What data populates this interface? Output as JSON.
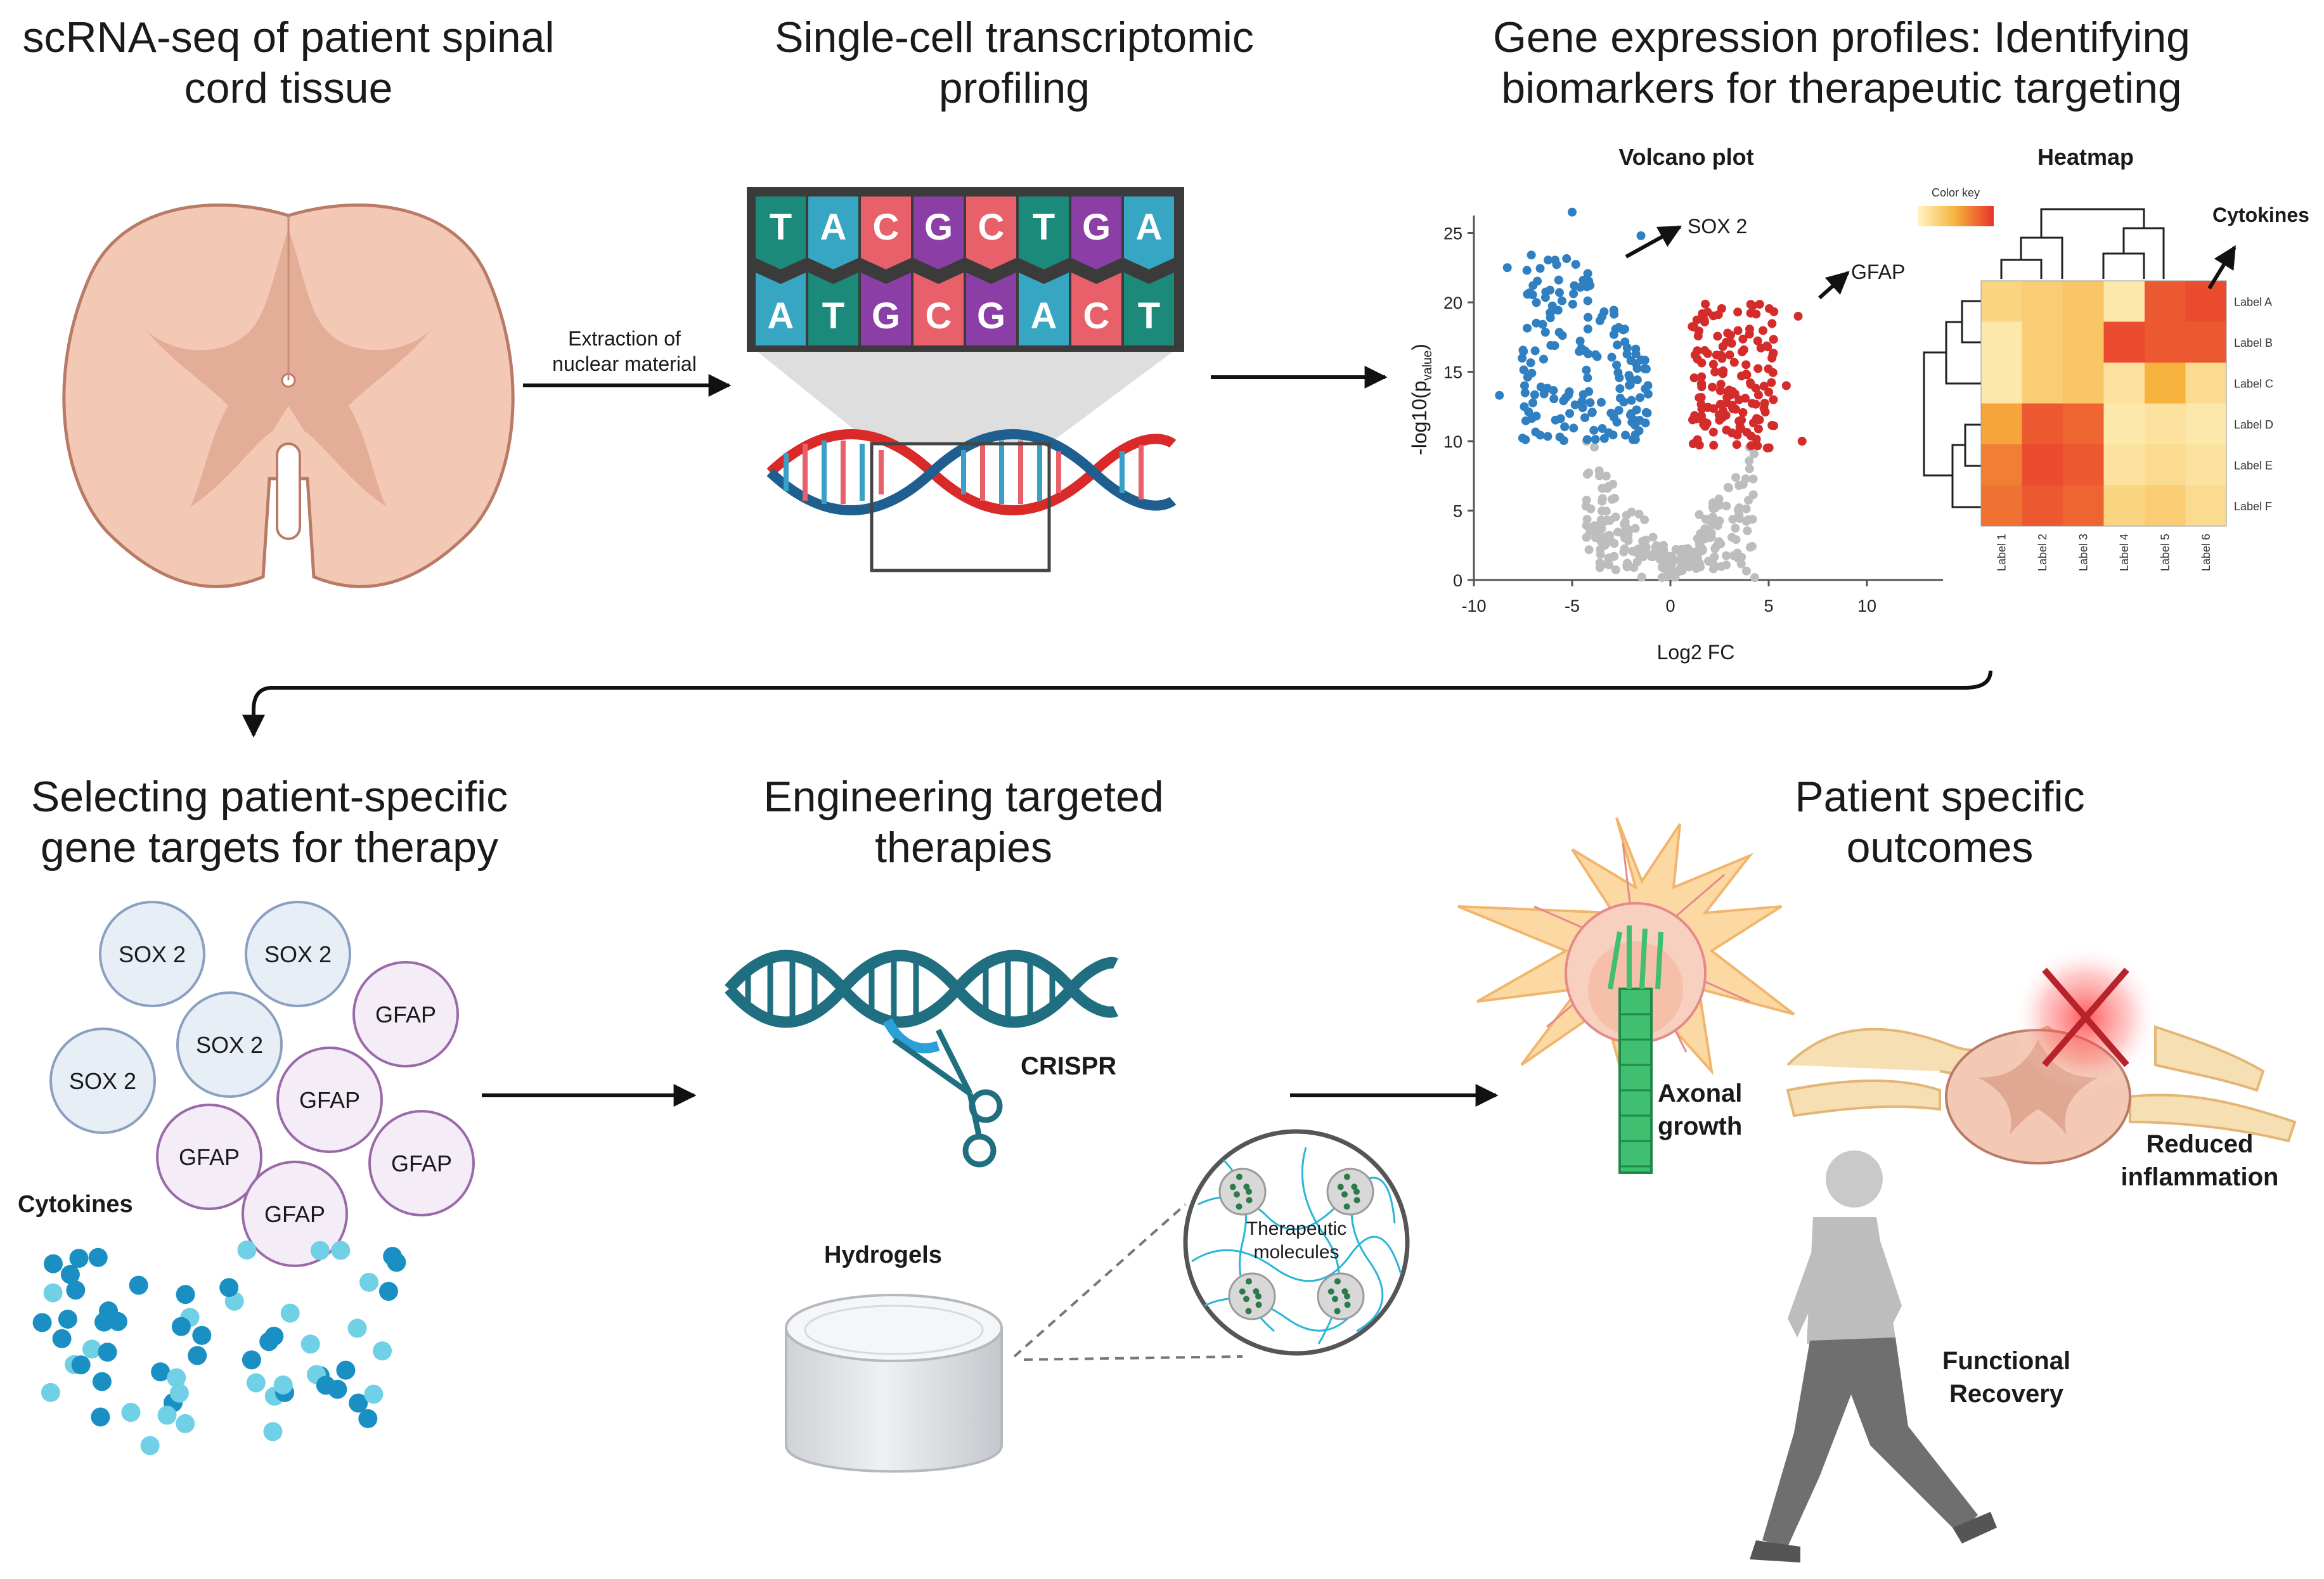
{
  "panels": {
    "p1_title": [
      "scRNA-seq of patient spinal",
      "cord tissue"
    ],
    "p2_title": [
      "Single-cell transcriptomic",
      "profiling"
    ],
    "p3_title": [
      "Gene expression profiles: Identifying",
      "biomarkers for therapeutic targeting"
    ],
    "p4_title": [
      "Selecting patient-specific",
      "gene targets for therapy"
    ],
    "p5_title": [
      "Engineering targeted",
      "therapies"
    ],
    "p6_title": [
      "Patient specific",
      "outcomes"
    ]
  },
  "arrow1_label": [
    "Extraction of",
    "nuclear material"
  ],
  "dna": {
    "top_bases": [
      "T",
      "A",
      "C",
      "G",
      "C",
      "T",
      "G",
      "A"
    ],
    "bottom_bases": [
      "A",
      "T",
      "G",
      "C",
      "G",
      "A",
      "C",
      "T"
    ],
    "colors": {
      "T": "#1b8a7a",
      "A": "#36a6c2",
      "C": "#e8606a",
      "G": "#8b3fa6"
    }
  },
  "volcano": {
    "title": "Volcano plot",
    "ylabel": "-log10(p",
    "ylabel_sub": "value",
    "ylabel_end": ")",
    "xlabel": "Log2 FC",
    "x_ticks": [
      "-10",
      "-5",
      "0",
      "5",
      "10"
    ],
    "y_ticks": [
      "0",
      "5",
      "10",
      "15",
      "20",
      "25"
    ],
    "annotations": [
      "SOX 2",
      "GFAP"
    ],
    "colors": {
      "down": "#2f7fc1",
      "up": "#d42b2b",
      "ns": "#bdbdbd"
    }
  },
  "heatmap": {
    "title": "Heatmap",
    "color_key": "Color key",
    "annotation": "Cytokines",
    "row_labels": [
      "Label A",
      "Label B",
      "Label C",
      "Label D",
      "Label E",
      "Label F"
    ],
    "col_labels": [
      "Label 1",
      "Label 2",
      "Label 3",
      "Label 4",
      "Label 5",
      "Label 6"
    ],
    "values": [
      [
        0.25,
        0.3,
        0.35,
        0.1,
        0.85,
        0.9
      ],
      [
        0.1,
        0.3,
        0.35,
        0.9,
        0.85,
        0.85
      ],
      [
        0.1,
        0.3,
        0.35,
        0.15,
        0.5,
        0.2
      ],
      [
        0.55,
        0.85,
        0.8,
        0.1,
        0.15,
        0.1
      ],
      [
        0.7,
        0.9,
        0.85,
        0.15,
        0.2,
        0.15
      ],
      [
        0.75,
        0.85,
        0.8,
        0.25,
        0.3,
        0.2
      ]
    ]
  },
  "targets": {
    "sox2_label": "SOX 2",
    "gfap_label": "GFAP",
    "cytokines_label": "Cytokines"
  },
  "therapies": {
    "crispr_label": "CRISPR",
    "hydrogels_label": "Hydrogels",
    "molecules_label": [
      "Therapeutic",
      "molecules"
    ]
  },
  "outcomes": {
    "axonal_label": [
      "Axonal",
      "growth"
    ],
    "inflammation_label": [
      "Reduced",
      "inflammation"
    ],
    "recovery_label": [
      "Functional",
      "Recovery"
    ]
  }
}
